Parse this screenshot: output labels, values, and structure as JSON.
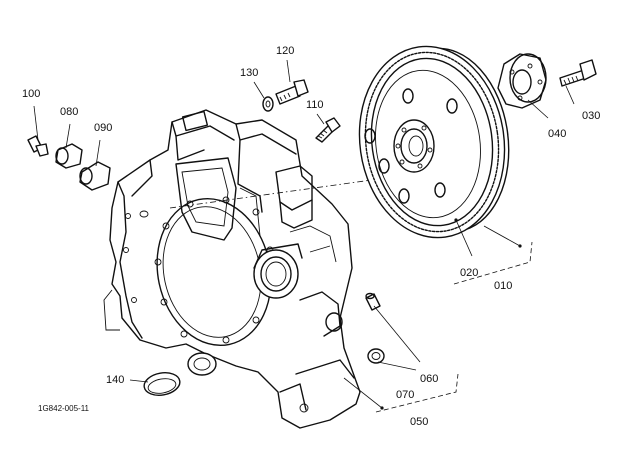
{
  "figure_id": "1G842-005-11",
  "callouts": {
    "c010": "010",
    "c020": "020",
    "c030": "030",
    "c040": "040",
    "c050": "050",
    "c060": "060",
    "c070": "070",
    "c080": "080",
    "c090": "090",
    "c100": "100",
    "c110": "110",
    "c120": "120",
    "c130": "130",
    "c140": "140"
  }
}
